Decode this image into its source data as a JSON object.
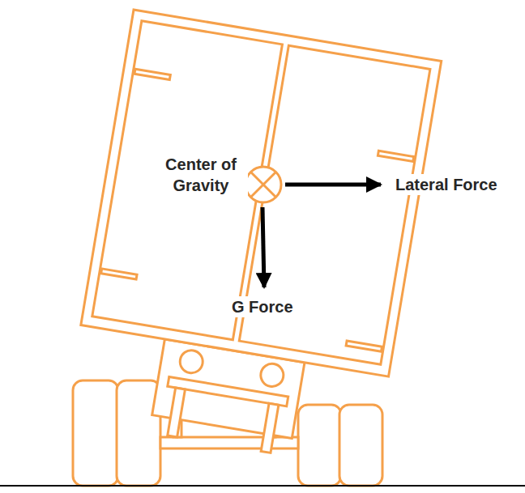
{
  "diagram": {
    "labels": [
      "Center of Gravity",
      "Lateral Force",
      "G Force"
    ]
  }
}
